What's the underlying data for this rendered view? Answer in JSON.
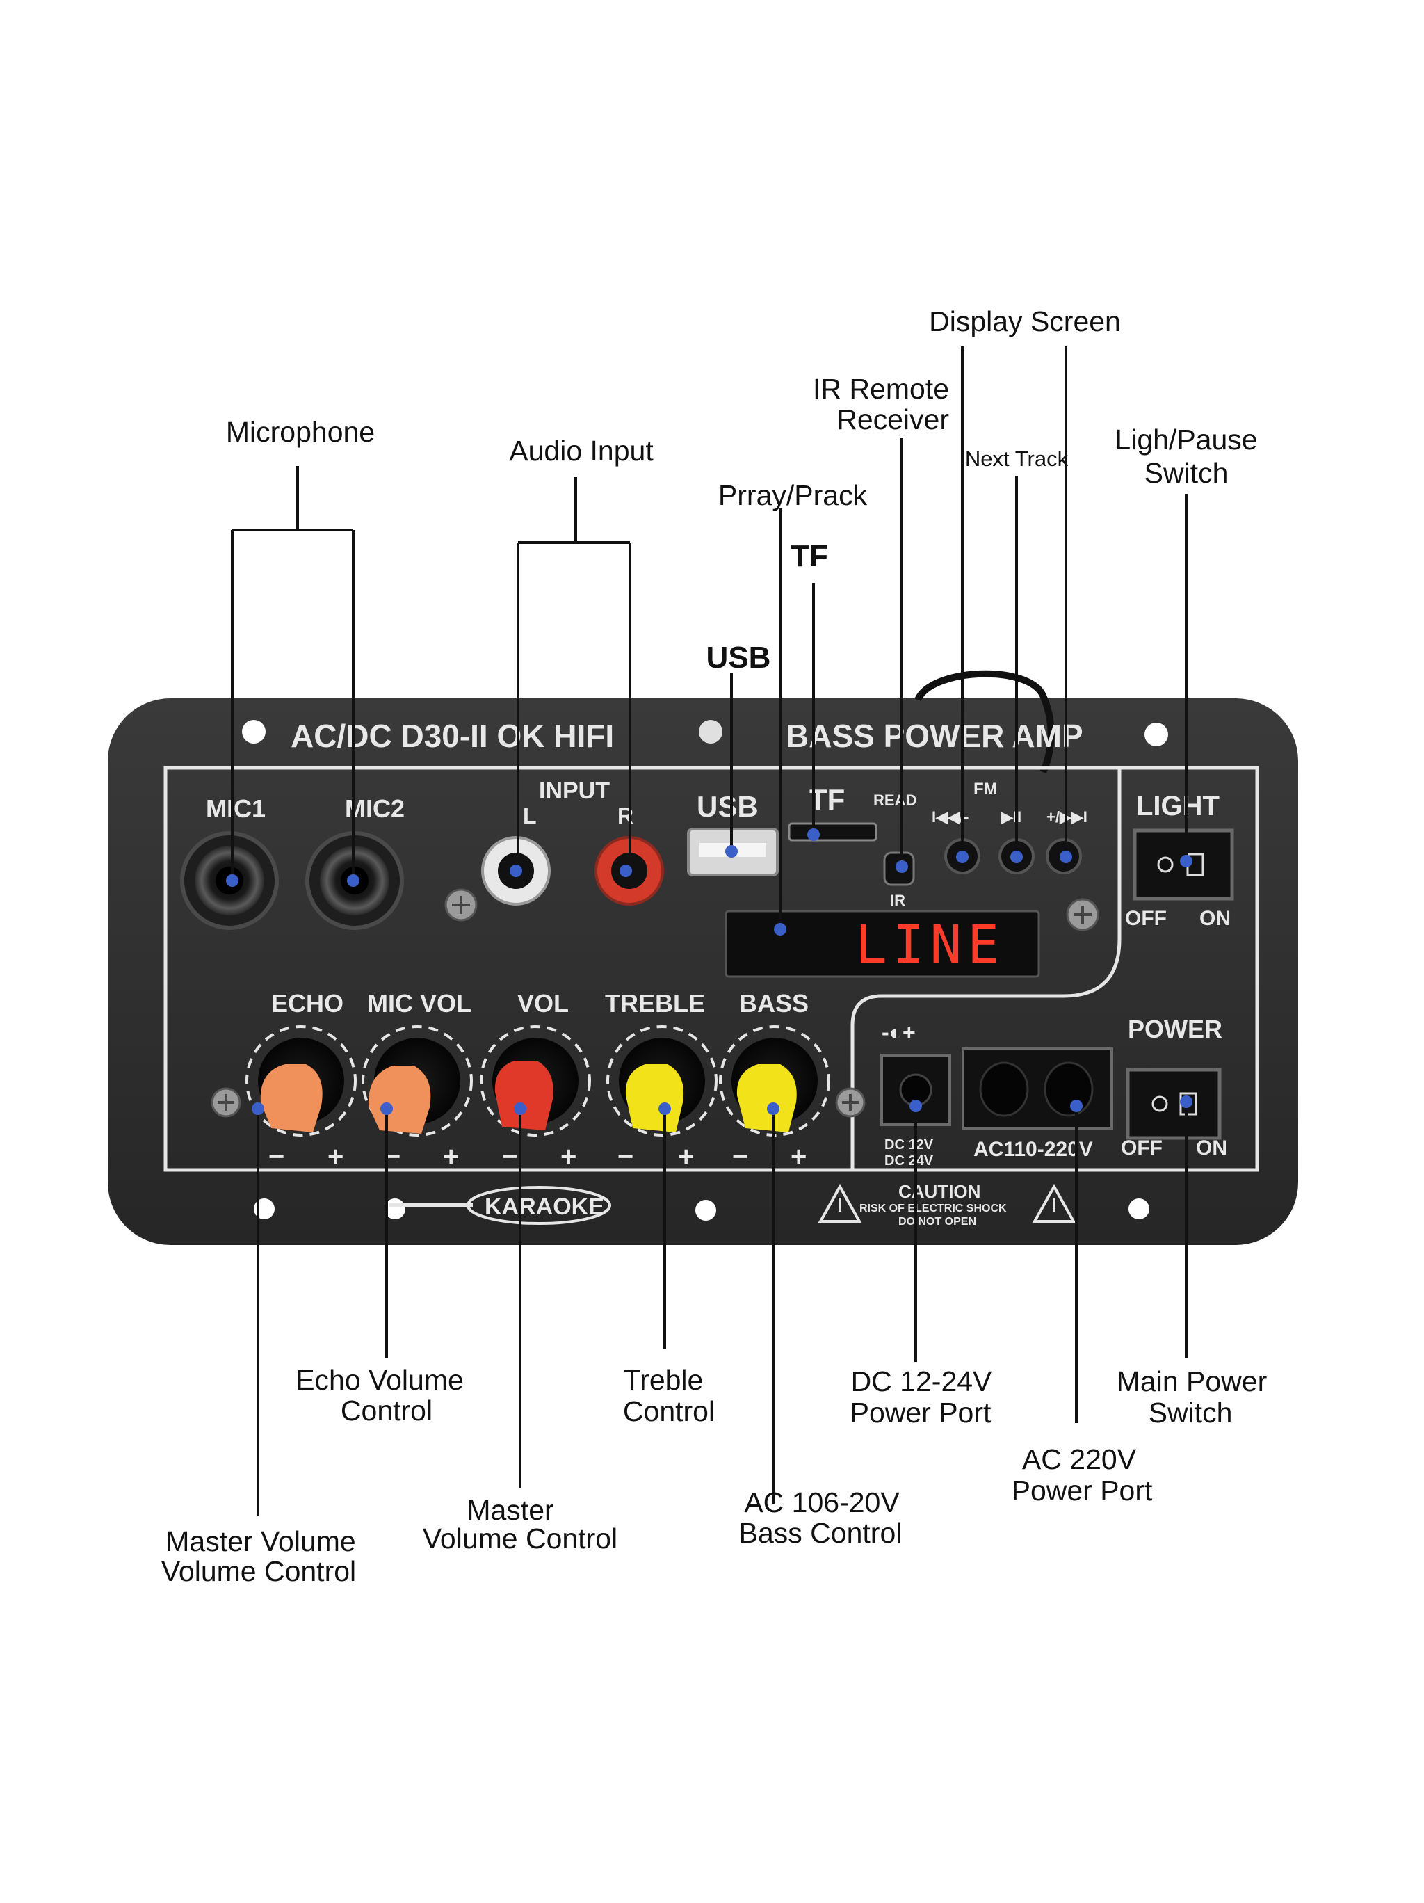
{
  "panel": {
    "model_title": "AC/DC D30-II OK HIFI",
    "brand_title": "BASS POWER AMP",
    "mic1_label": "MIC1",
    "mic2_label": "MIC2",
    "input_label": "INPUT",
    "input_l": "L",
    "input_r": "R",
    "usb_label": "USB",
    "tf_label": "TF",
    "read_label": "READ",
    "ir_label": "IR",
    "fm_label": "FM",
    "btn_prev": "I◀◀/-",
    "btn_play": "▶II",
    "btn_next": "+/▶▶I",
    "light_label": "LIGHT",
    "light_off": "OFF",
    "light_on": "ON",
    "display_text": "LINE",
    "knob_labels": [
      "ECHO",
      "MIC VOL",
      "VOL",
      "TREBLE",
      "BASS"
    ],
    "knob_minus": "−",
    "knob_plus": "+",
    "dc_symbol": "-◐+",
    "dc_rating_line1": "DC 12V",
    "dc_rating_line2": "DC 24V",
    "ac_rating": "AC110-220V",
    "power_label": "POWER",
    "power_off": "OFF",
    "power_on": "ON",
    "karaoke_label": "KARAOKE",
    "caution_title": "CAUTION",
    "caution_line1": "RISK OF ELECTRIC SHOCK",
    "caution_line2": "DO NOT OPEN",
    "display_color": "#ff3b2a",
    "knob_colors": [
      "#f0905a",
      "#f0905a",
      "#e0392a",
      "#f2e21a",
      "#f2e21a"
    ]
  },
  "callouts": {
    "display_screen": "Display Screen",
    "ir_remote_line1": "IR Remote",
    "ir_remote_line2": "Receiver",
    "microphone": "Microphone",
    "audio_input": "Audio Input",
    "next_track": "Next Track",
    "light_pause_line1": "Ligh/Pause",
    "light_pause_line2": "Switch",
    "play_track": "Prray/Prack",
    "tf": "TF",
    "usb": "USB",
    "echo_line1": "Echo Volume",
    "echo_line2": "Control",
    "treble_line1": "Treble",
    "treble_line2": "Control",
    "dc_line1": "DC 12-24V",
    "dc_line2": "Power Port",
    "main_power_line1": "Main Power",
    "main_power_line2": "Switch",
    "ac_line1": "AC 220V",
    "ac_line2": "Power Port",
    "master_vol_line1": "Master",
    "master_vol_line2": "Volume Control",
    "bass_line1": "AC 106-20V",
    "bass_line2": "Bass Control",
    "mic_vol_line1": "Master Volume",
    "mic_vol_line2": "Volume Control"
  }
}
